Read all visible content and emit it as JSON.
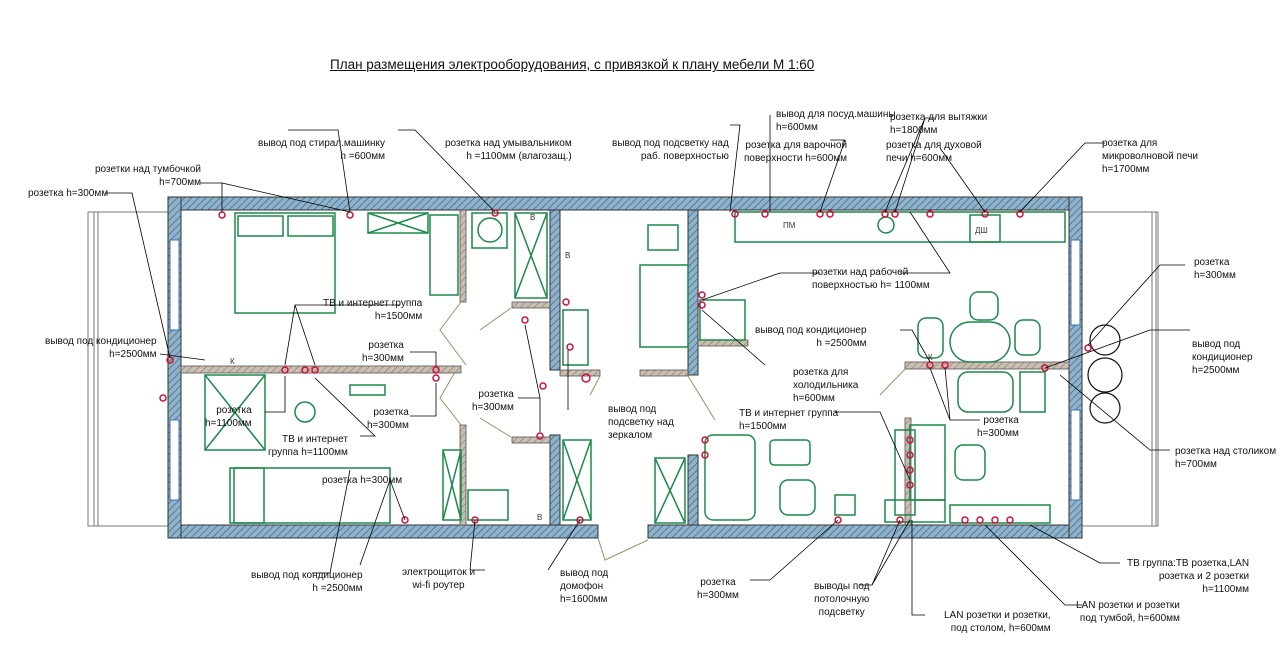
{
  "title": "План размещения электрооборудования, с привязкой к плану мебели М 1:60",
  "colors": {
    "wall_fill": "#7fa9c4",
    "partition": "#b7a999",
    "furniture": "#1a8a4a",
    "outlet": "#d0103a",
    "leader": "#000000"
  },
  "labels": {
    "l1": [
      "вывод под стирал.машинку",
      "h =600мм"
    ],
    "l2": [
      "розетка над умывальником",
      "h =1100мм (влагозащ.)"
    ],
    "l3": [
      "вывод под подсветку над",
      "раб. поверхностью"
    ],
    "l4": [
      "вывод для посуд.машины",
      "h=600мм"
    ],
    "l5": [
      "розетка для варочной",
      "поверхности h=600мм"
    ],
    "l6": [
      "розетка для вытяжки",
      "h=1800мм"
    ],
    "l7": [
      "розетка для духовой",
      "печи h=600мм"
    ],
    "l8": [
      "розетка для",
      "микроволновой печи",
      "h=1700мм"
    ],
    "l9": [
      "розетки над тумбочкой",
      "h=700мм"
    ],
    "l10": [
      "розетка h=300мм"
    ],
    "l11": [
      "ТВ и интернет группа",
      "h=1500мм"
    ],
    "l12": [
      "вывод под кондиционер",
      "h=2500мм"
    ],
    "l13": [
      "розетка",
      "h=300мм"
    ],
    "l14": [
      "розетка",
      "h=1100мм"
    ],
    "l15": [
      "ТВ и интернет",
      "группа h=1100мм"
    ],
    "l16": [
      "розетка",
      "h=300мм"
    ],
    "l17": [
      "розетка",
      "h=300мм"
    ],
    "l18": [
      "вывод под",
      "подсветку над",
      "зеркалом"
    ],
    "l19": [
      "розетки над рабочей",
      "поверхностью h= 1100мм"
    ],
    "l20": [
      "вывод под кондиционер",
      "h =2500мм"
    ],
    "l21": [
      "розетка для",
      "холодильника",
      "h=600мм"
    ],
    "l22": [
      "ТВ и интернет группа",
      "h=1500мм"
    ],
    "l23": [
      "розетка",
      "h=300мм"
    ],
    "l24": [
      "розетка",
      "h=300мм"
    ],
    "l25": [
      "вывод под",
      "кондиционер",
      "h=2500мм"
    ],
    "l26": [
      "розетка над столиком",
      "h=700мм"
    ],
    "l27": [
      "розетка h=300мм"
    ],
    "l28": [
      "вывод под кондиционер",
      "h =2500мм"
    ],
    "l29": [
      "электрощиток и",
      "wi-fi роутер"
    ],
    "l30": [
      "вывод под",
      "домофон",
      "h=1600мм"
    ],
    "l31": [
      "розетка",
      "h=300мм"
    ],
    "l32": [
      "выводы под",
      "потолочную",
      "подсветку"
    ],
    "l33": [
      "LAN розетки и розетки,",
      "под столом, h=600мм"
    ],
    "l34": [
      "LAN розетки и  розетки",
      "под тумбой, h=600мм"
    ],
    "l35": [
      "ТВ группа:ТВ розетка,LAN",
      "розетка и 2 розетки",
      "h=1100мм"
    ]
  },
  "plan_tags": {
    "dishwasher": "ДШ",
    "pm": "ПМ",
    "k1": "К",
    "k2": "К",
    "v1": "В",
    "v2": "В",
    "v3": "В"
  }
}
